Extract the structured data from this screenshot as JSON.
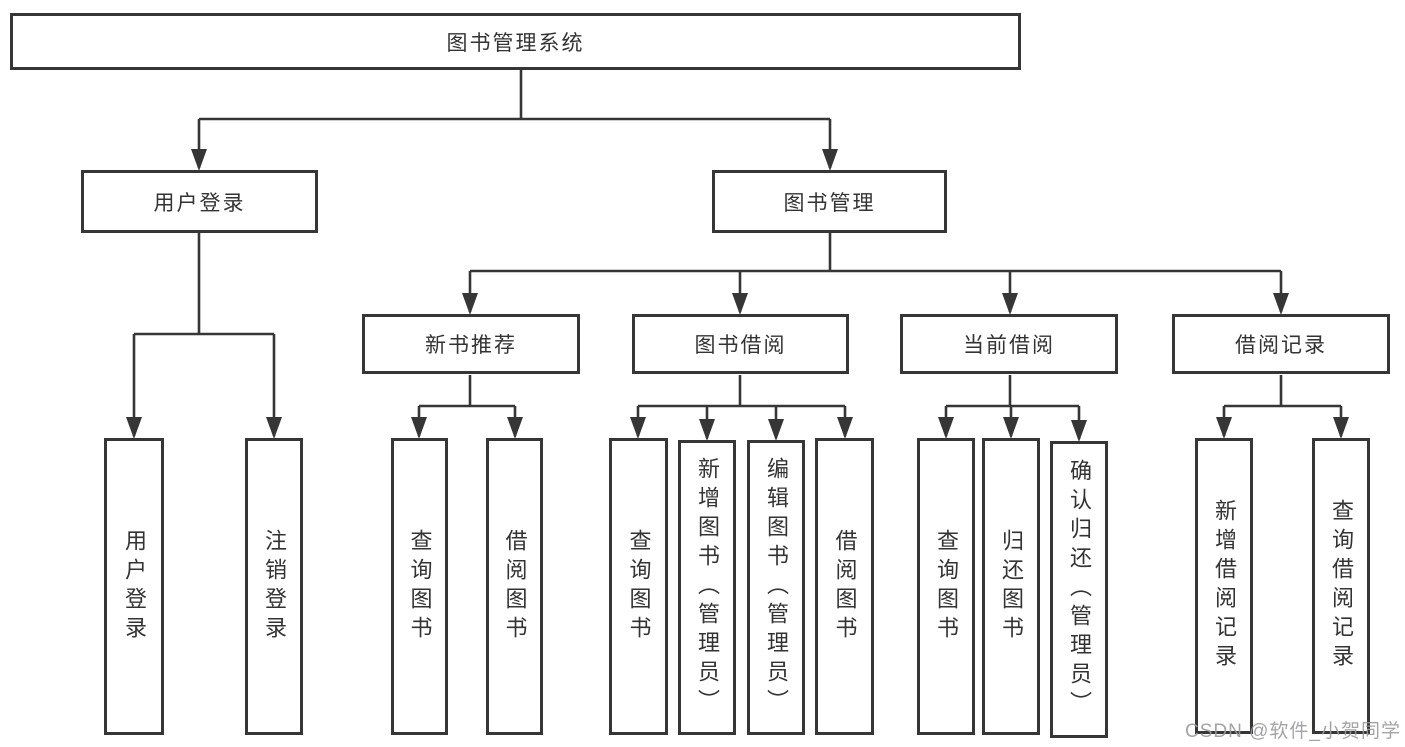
{
  "diagram": {
    "root": {
      "label": "图书管理系统"
    },
    "level2": [
      {
        "label": "用户登录"
      },
      {
        "label": "图书管理"
      }
    ],
    "level3": [
      {
        "label": "新书推荐"
      },
      {
        "label": "图书借阅"
      },
      {
        "label": "当前借阅"
      },
      {
        "label": "借阅记录"
      }
    ],
    "leaves": {
      "user_login": [
        "用户登录",
        "注销登录"
      ],
      "new_book": [
        "查询图书",
        "借阅图书"
      ],
      "book_borrow": [
        "查询图书",
        "新增图书（管理员）",
        "编辑图书（管理员）",
        "借阅图书"
      ],
      "current_borrow": [
        "查询图书",
        "归还图书",
        "确认归还（管理员）"
      ],
      "borrow_record": [
        "新增借阅记录",
        "查询借阅记录"
      ]
    }
  },
  "watermark": {
    "text": "CSDN @软件_小贺同学"
  },
  "colors": {
    "line": "#363636",
    "text": "#333333",
    "watermark": "#9a9a9e"
  }
}
